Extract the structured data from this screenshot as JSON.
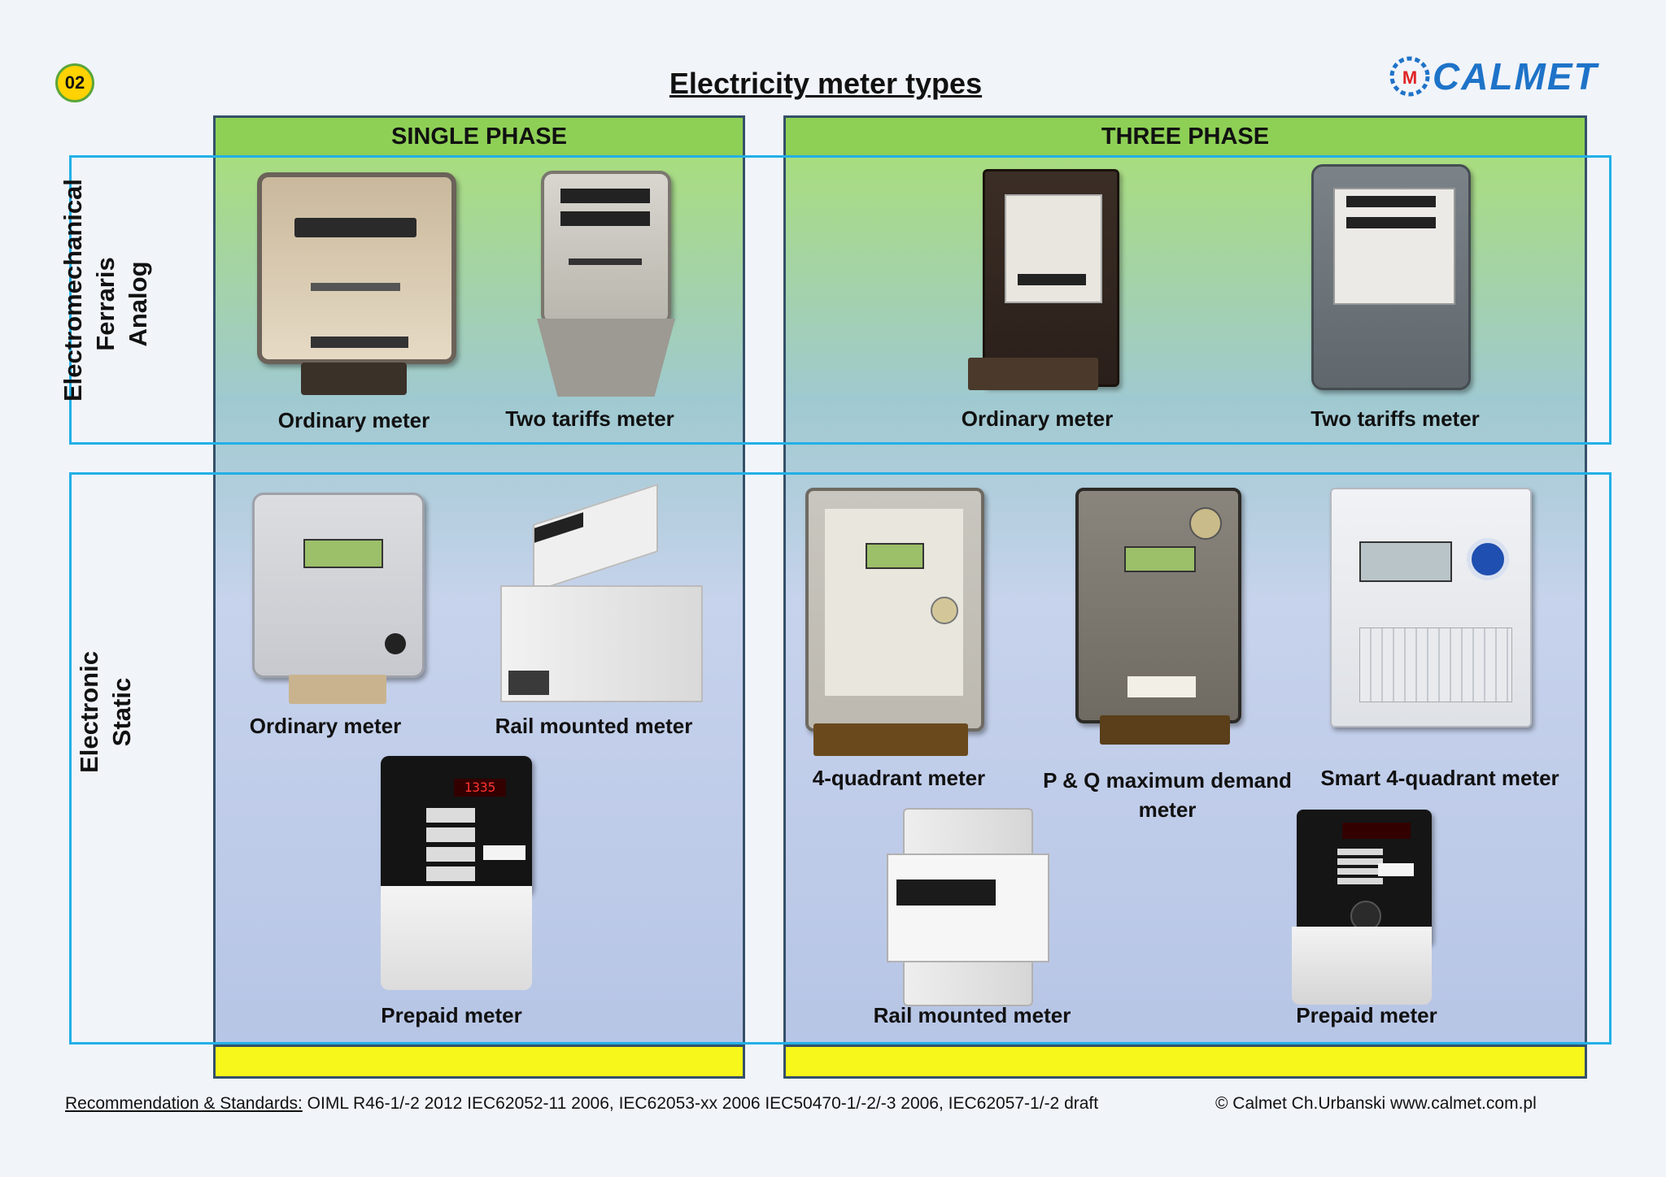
{
  "page": {
    "number": "02",
    "title": "Electricity meter types",
    "logo_text": "CALMET",
    "logo_mark": "-M"
  },
  "columns": {
    "single": "SINGLE PHASE",
    "three": "THREE PHASE"
  },
  "rows": {
    "electromechanical": [
      "Electromechanical",
      "Ferraris",
      "Analog"
    ],
    "electronic": [
      "Electronic",
      "Static"
    ]
  },
  "meters": {
    "em_single_ordinary": "Ordinary meter",
    "em_single_two_tariffs": "Two tariffs meter",
    "em_three_ordinary": "Ordinary meter",
    "em_three_two_tariffs": "Two tariffs meter",
    "el_single_ordinary": "Ordinary meter",
    "el_single_rail": "Rail mounted meter",
    "el_single_prepaid": "Prepaid meter",
    "el_three_4q": "4-quadrant meter",
    "el_three_pq": "P & Q maximum demand meter",
    "el_three_smart": "Smart 4-quadrant meter",
    "el_three_rail": "Rail mounted meter",
    "el_three_prepaid": "Prepaid meter"
  },
  "footer": {
    "label": "Recommendation & Standards:",
    "standards": " OIML R46-1/-2 2012   IEC62052-11 2006, IEC62053-xx 2006   IEC50470-1/-2/-3 2006, IEC62057-1/-2 draft",
    "copyright": "© Calmet Ch.Urbanski   www.calmet.com.pl"
  },
  "colors": {
    "column_header": "#8ed055",
    "row_border": "#22b0e6",
    "footer_bar": "#f7f71b",
    "logo": "#1e73c8",
    "badge": "#ffd200"
  }
}
